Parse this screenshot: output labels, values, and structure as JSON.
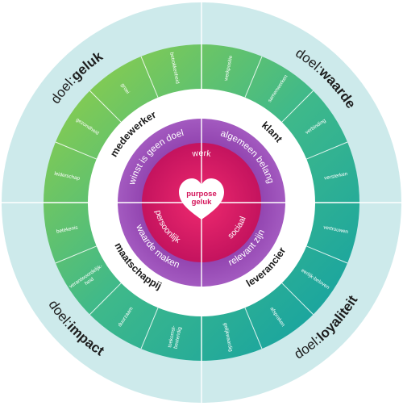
{
  "goals": [
    {
      "prefix": "doel:",
      "word": "geluk"
    },
    {
      "prefix": "doel:",
      "word": "waarde"
    },
    {
      "prefix": "doel:",
      "word": "loyaliteit"
    },
    {
      "prefix": "doel:",
      "word": "impact"
    }
  ],
  "segments": [
    {
      "lines": [
        "werkpositie"
      ]
    },
    {
      "lines": [
        "samenwerken"
      ]
    },
    {
      "lines": [
        "verbinding"
      ]
    },
    {
      "lines": [
        "versterken"
      ]
    },
    {
      "lines": [
        "vertrouwen"
      ]
    },
    {
      "lines": [
        "eerlijk-beloven"
      ]
    },
    {
      "lines": [
        "afspraken"
      ]
    },
    {
      "lines": [
        "gelijkwaardig"
      ]
    },
    {
      "lines": [
        "toekomst-",
        "bestendig"
      ]
    },
    {
      "lines": [
        "duurzaam"
      ]
    },
    {
      "lines": [
        "verantwoordelijk-",
        "heid"
      ]
    },
    {
      "lines": [
        "betekenis"
      ]
    },
    {
      "lines": [
        "leiderschap"
      ]
    },
    {
      "lines": [
        "gezondheid"
      ]
    },
    {
      "lines": [
        "groei"
      ]
    },
    {
      "lines": [
        "betrokkenheid"
      ]
    }
  ],
  "stakeholders": [
    "klant",
    "leverancier",
    "maatschappij",
    "medewerker"
  ],
  "values": [
    "algemeen belang",
    "relevant zijn",
    "waarde maken",
    "winst is geen doel"
  ],
  "inner": [
    "werk",
    "sociaal",
    "persoonlijk"
  ],
  "heart": {
    "line1": "purpose",
    "line2": "geluk"
  },
  "colors": {
    "outer_ring": "#cdeaeb",
    "green": "#8cc63f",
    "teal": "#13a3a1",
    "purple_light": "#9b59b6",
    "purple_dark": "#6a2c91",
    "magenta": "#e5176b",
    "heart_text": "#d4145a"
  }
}
